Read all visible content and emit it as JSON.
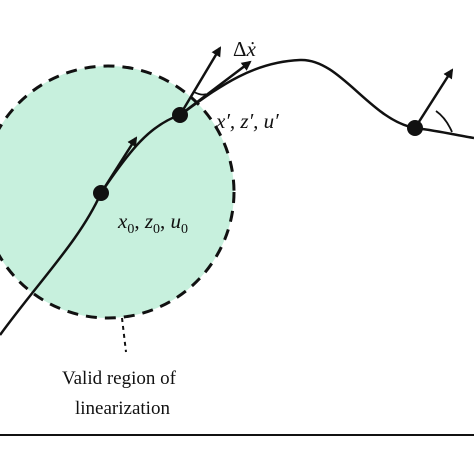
{
  "labels": {
    "delta_symbol": "Δ",
    "delta_var": "ẋ",
    "point_prime": "x′, z′, u′",
    "point_zero_x": "x",
    "point_zero_z": "z",
    "point_zero_u": "u",
    "sub_zero": "0",
    "sep": ", ",
    "caption_line1": "Valid region of",
    "caption_line2": "linearization"
  },
  "colors": {
    "region_fill": "#c7f0dd",
    "stroke": "#111111",
    "background": "#ffffff"
  }
}
